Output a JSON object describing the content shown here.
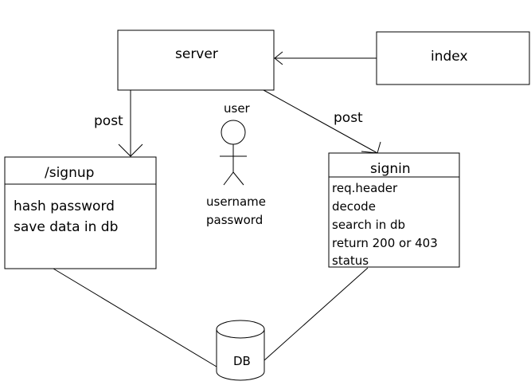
{
  "nodes": {
    "server": {
      "label": "server"
    },
    "index": {
      "label": "index"
    },
    "signup": {
      "title": "/signup",
      "lines": [
        "hash password",
        "save data in db"
      ]
    },
    "signin": {
      "title": "signin",
      "lines": [
        "req.header",
        "decode",
        "search in db",
        "return 200 or 403",
        "status"
      ]
    },
    "user": {
      "label": "user",
      "fields": [
        "username",
        "password"
      ]
    },
    "db": {
      "label": "DB"
    }
  },
  "edges": {
    "server_to_signup": {
      "label": "post"
    },
    "server_to_signin": {
      "label": "post"
    },
    "index_to_server": {
      "label": ""
    }
  },
  "colors": {
    "stroke": "#000000",
    "background": "#ffffff"
  }
}
